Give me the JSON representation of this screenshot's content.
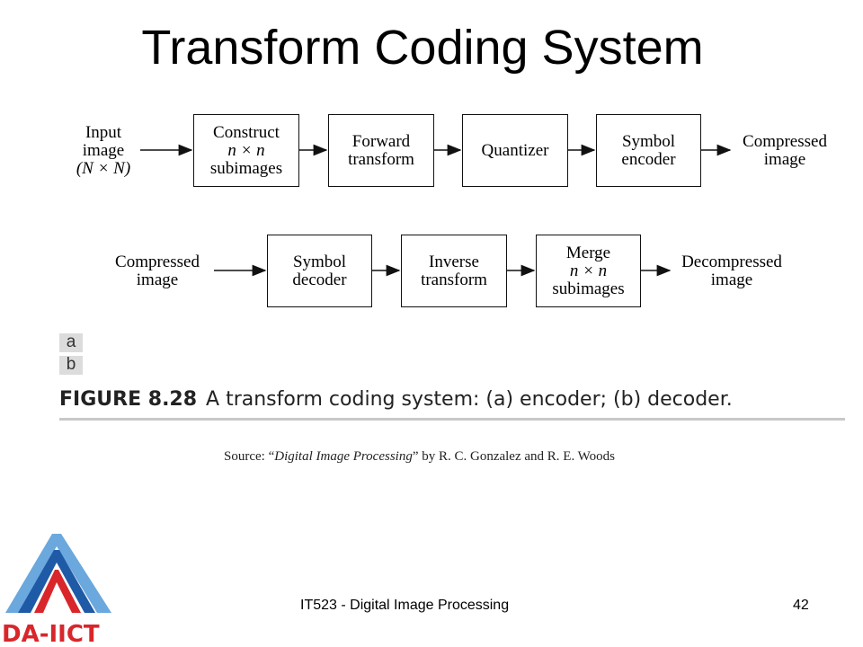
{
  "title": "Transform Coding System",
  "encoder": {
    "input": [
      "Input",
      "image",
      "(N × N)"
    ],
    "boxes": [
      [
        "Construct",
        "n × n",
        "subimages"
      ],
      [
        "Forward",
        "transform"
      ],
      [
        "Quantizer"
      ],
      [
        "Symbol",
        "encoder"
      ]
    ],
    "output": [
      "Compressed",
      "image"
    ]
  },
  "decoder": {
    "input": [
      "Compressed",
      "image"
    ],
    "boxes": [
      [
        "Symbol",
        "decoder"
      ],
      [
        "Inverse",
        "transform"
      ],
      [
        "Merge",
        "n × n",
        "subimages"
      ]
    ],
    "output": [
      "Decompressed",
      "image"
    ]
  },
  "panel_labels": [
    "a",
    "b"
  ],
  "caption": {
    "figure": "FIGURE 8.28",
    "text": "A transform coding system: (a) encoder; (b) decoder."
  },
  "source": {
    "prefix": "Source:  “",
    "book": "Digital Image Processing",
    "suffix": "” by R. C. Gonzalez and R. E. Woods"
  },
  "footer": {
    "course": "IT523 - Digital Image Processing",
    "page": "42"
  },
  "logo": {
    "text": "DA-IICT",
    "colors": {
      "red": "#d8262b",
      "blue": "#1f5aa6",
      "light_blue": "#6aa8de"
    }
  }
}
